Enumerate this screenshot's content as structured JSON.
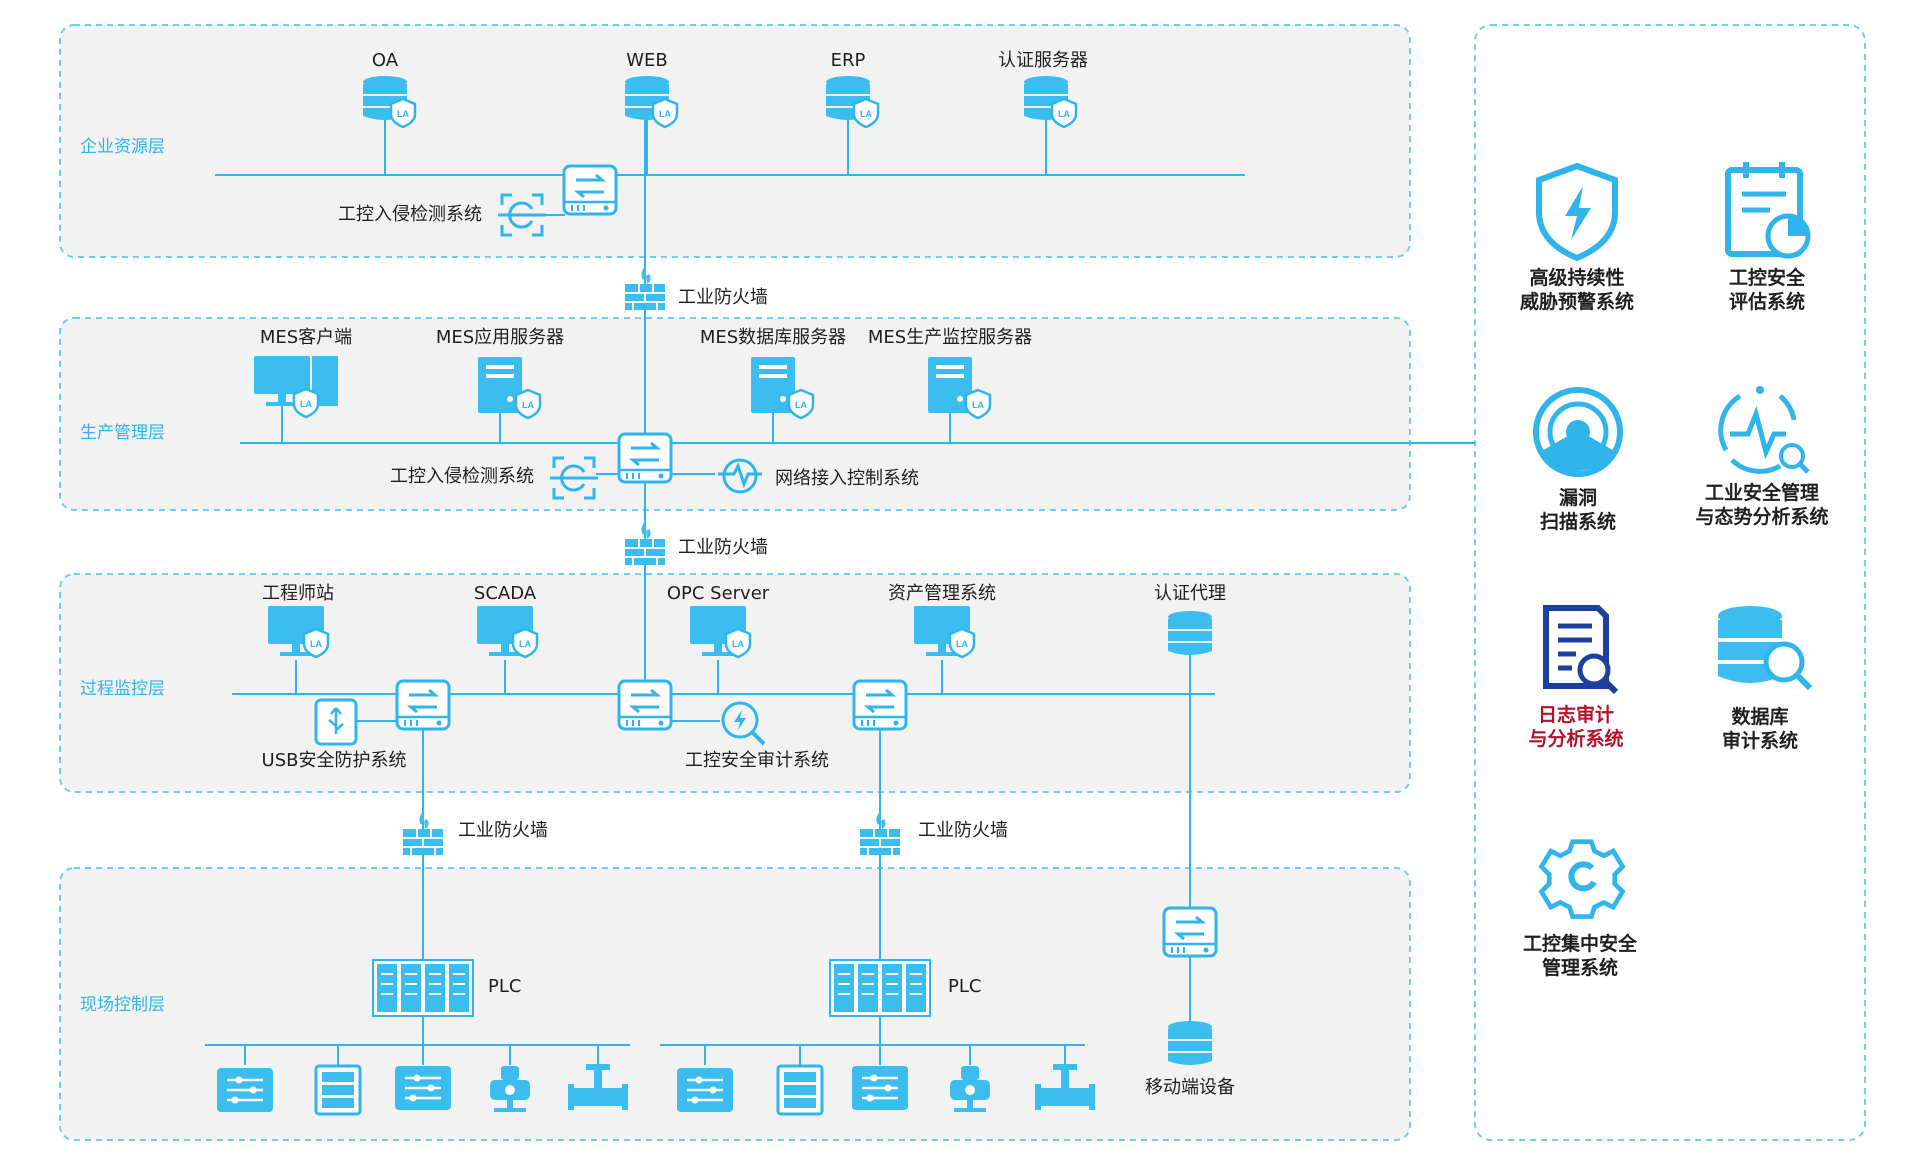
{
  "layers": {
    "enterprise": "企业资源层",
    "production": "生产管理层",
    "process": "过程监控层",
    "field": "现场控制层"
  },
  "enterprise": {
    "servers": [
      "OA",
      "WEB",
      "ERP",
      "认证服务器"
    ],
    "ids": "工控入侵检测系统"
  },
  "firewall_label": "工业防火墙",
  "production": {
    "nodes": [
      "MES客户端",
      "MES应用服务器",
      "MES数据库服务器",
      "MES生产监控服务器"
    ],
    "ids": "工控入侵检测系统",
    "nac": "网络接入控制系统"
  },
  "process": {
    "nodes": [
      "工程师站",
      "SCADA",
      "OPC Server",
      "资产管理系统"
    ],
    "auth_proxy": "认证代理",
    "usb": "USB安全防护系统",
    "audit": "工控安全审计系统"
  },
  "field": {
    "plc": "PLC",
    "mobile": "移动端设备"
  },
  "side_panel": {
    "items": [
      {
        "line1": "高级持续性",
        "line2": "威胁预警系统"
      },
      {
        "line1": "工控安全",
        "line2": "评估系统"
      },
      {
        "line1": "漏洞",
        "line2": "扫描系统"
      },
      {
        "line1": "工业安全管理",
        "line2": "与态势分析系统"
      },
      {
        "line1": "日志审计",
        "line2": "与分析系统"
      },
      {
        "line1": "数据库",
        "line2": "审计系统"
      },
      {
        "line1": "工控集中安全",
        "line2": "管理系统"
      }
    ]
  },
  "colors": {
    "accent": "#2fb5ec",
    "accent_dark": "#1596d6",
    "panel_bg": "#f2f2f2",
    "dashed_border": "#6fcdf2",
    "highlight_text": "#b4112a",
    "dark_blue": "#1d3f9e"
  }
}
